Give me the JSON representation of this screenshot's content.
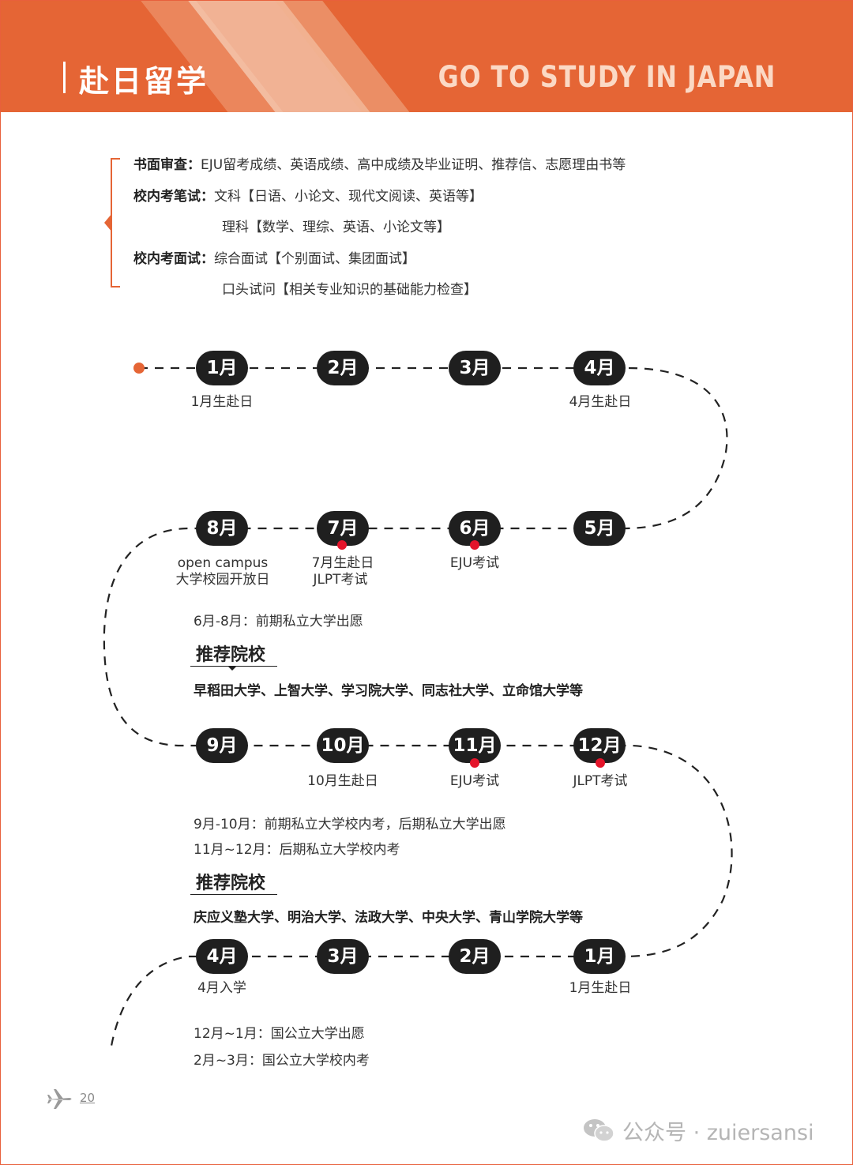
{
  "header": {
    "title_cn": "赴日留学",
    "title_en": "GO TO STUDY IN JAPAN"
  },
  "requirements": {
    "r1_label": "书面审查：",
    "r1_text": "EJU留考成绩、英语成绩、高中成绩及毕业证明、推荐信、志愿理由书等",
    "r2_label": "校内考笔试：",
    "r2_text": "文科【日语、小论文、现代文阅读、英语等】",
    "r3_text": "理科【数学、理综、英语、小论文等】",
    "r4_label": "校内考面试：",
    "r4_text": "综合面试【个别面试、集团面试】",
    "r5_text": "口头试问【相关专业知识的基础能力检查】"
  },
  "timeline": {
    "row1": [
      "1月",
      "2月",
      "3月",
      "4月"
    ],
    "row1_labels": {
      "m1": "1月生赴日",
      "m4": "4月生赴日"
    },
    "row2": [
      "8月",
      "7月",
      "6月",
      "5月"
    ],
    "row2_labels": {
      "m8_l1": "open campus",
      "m8_l2": "大学校园开放日",
      "m7_l1": "7月生赴日",
      "m7_l2": "JLPT考试",
      "m6_l1": "EJU考试"
    },
    "row3": [
      "9月",
      "10月",
      "11月",
      "12月"
    ],
    "row3_labels": {
      "m10": "10月生赴日",
      "m11": "EJU考试",
      "m12": "JLPT考试"
    },
    "row4": [
      "4月",
      "3月",
      "2月",
      "1月"
    ],
    "row4_labels": {
      "m4": "4月入学",
      "m1": "1月生赴日"
    }
  },
  "notes": {
    "n1": "6月-8月：前期私立大学出愿",
    "n2": "9月-10月：前期私立大学校内考，后期私立大学出愿",
    "n3": "11月~12月：后期私立大学校内考",
    "n4": "12月~1月：国公立大学出愿",
    "n5": "2月~3月：国公立大学校内考"
  },
  "recommend": {
    "title1": "推荐院校",
    "schools1": "早稻田大学、上智大学、学习院大学、同志社大学、立命馆大学等",
    "title2": "推荐院校",
    "schools2": "庆应义塾大学、明治大学、法政大学、中央大学、青山学院大学等"
  },
  "footer": {
    "page_number": "20",
    "watermark": "公众号 · zuiersansi"
  },
  "colors": {
    "accent": "#e56535",
    "pill": "#1f1f1f",
    "marker": "#e4142a"
  }
}
